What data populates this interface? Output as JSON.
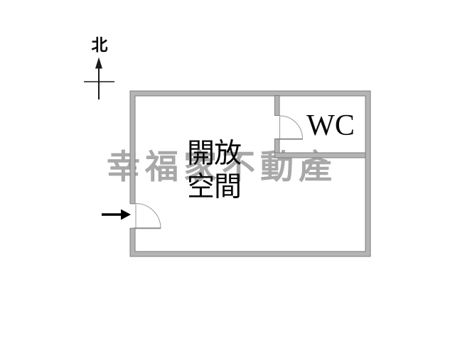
{
  "compass": {
    "north_label": "北"
  },
  "rooms": {
    "open_space": {
      "line1": "開放",
      "line2": "空間"
    },
    "wc": {
      "label": "WC"
    }
  },
  "watermark": {
    "text": "幸福家不動產",
    "color": "#a8a8a8"
  },
  "entrance": {
    "direction": "right"
  },
  "colors": {
    "background": "#ffffff",
    "wall_fill": "#b4b4b4",
    "wall_outline": "#7d7d7d",
    "door_line": "#9a9a9a",
    "ink": "#000000"
  }
}
